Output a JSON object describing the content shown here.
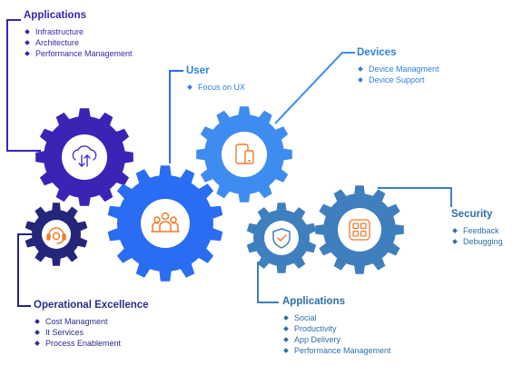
{
  "colors": {
    "purple": "#3d22b6",
    "blue": "#3f8cf0",
    "royal": "#2a6cf2",
    "steel": "#3f7fbd",
    "navy": "#24267a",
    "icon_orange": "#f07a2e"
  },
  "blocks": {
    "applications_top": {
      "title": "Applications",
      "items": [
        "Infrastructure",
        "Architecture",
        "Performance Management"
      ]
    },
    "user": {
      "title": "User",
      "items": [
        "Focus on UX"
      ]
    },
    "devices": {
      "title": "Devices",
      "items": [
        "Device Managment",
        "Device Support"
      ]
    },
    "security": {
      "title": "Security",
      "items": [
        "Feedback",
        "Debugging"
      ]
    },
    "operational": {
      "title": "Operational Excellence",
      "items": [
        "Cost Managment",
        "It Services",
        "Process Enablement"
      ]
    },
    "applications_bottom": {
      "title": "Applications",
      "items": [
        "Social",
        "Productivity",
        "App Delivery",
        "Performance Management"
      ]
    }
  },
  "gears": [
    {
      "id": "cloud",
      "color_key": "purple",
      "icon": "cloud-transfer-icon"
    },
    {
      "id": "devices",
      "color_key": "blue",
      "icon": "mobile-tablet-icon"
    },
    {
      "id": "user",
      "color_key": "royal",
      "icon": "team-users-icon"
    },
    {
      "id": "support",
      "color_key": "navy",
      "icon": "headset-support-icon"
    },
    {
      "id": "shield",
      "color_key": "steel",
      "icon": "shield-check-icon"
    },
    {
      "id": "grid",
      "color_key": "steel",
      "icon": "app-grid-icon"
    }
  ]
}
